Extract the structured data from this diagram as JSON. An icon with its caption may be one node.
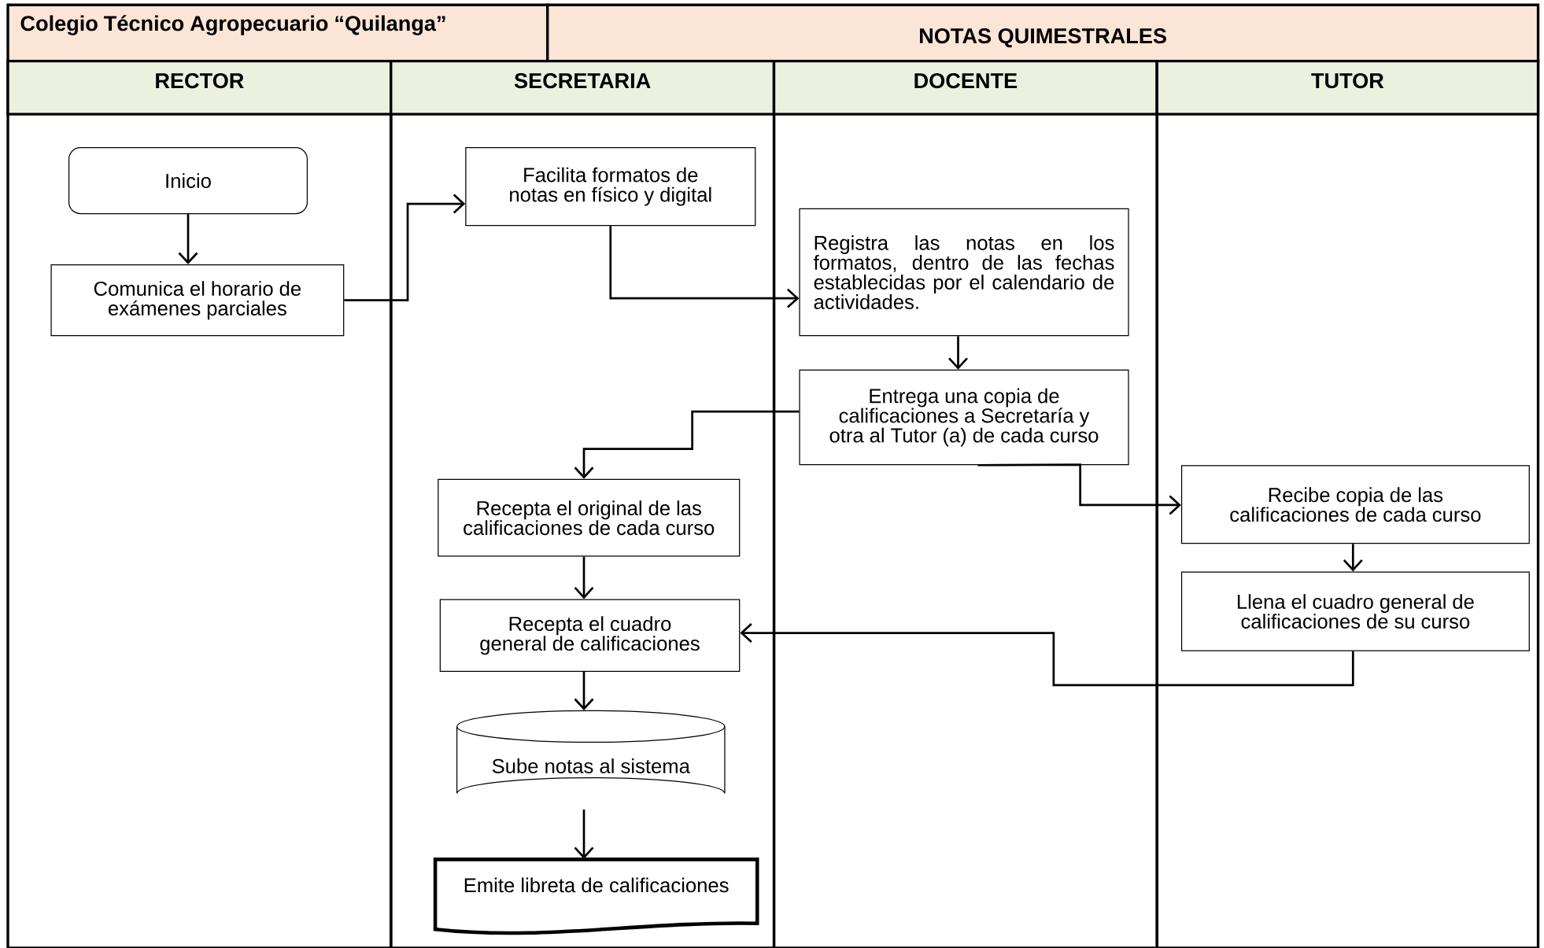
{
  "diagram": {
    "nodes": [
      {
        "text": [
          "Colegio Técnico Agropecuario “Quilanga”"
        ]
      },
      {
        "text": [
          "NOTAS QUIMESTRALES"
        ]
      },
      {
        "text": [
          "RECTOR"
        ]
      },
      {
        "text": [
          "SECRETARIA"
        ]
      },
      {
        "text": [
          "DOCENTE"
        ]
      },
      {
        "text": [
          "TUTOR"
        ]
      },
      {
        "text": [
          "Inicio"
        ],
        "in": 2
      },
      {
        "text": [
          "Comunica el horario de exámenes parciales"
        ],
        "in": 2
      },
      {
        "text": [
          "Facilita formatos de notas en físico y digital"
        ],
        "in": 3
      },
      {
        "text": [
          "Registra las notas en los formatos, dentro de las fechas establecidas por el calendario de actividades."
        ],
        "in": 4
      },
      {
        "text": [
          "Entrega una copia de calificaciones a Secretaría y otra al Tutor (a) de cada curso"
        ],
        "in": 4
      },
      {
        "text": [
          "Recepta el original de las calificaciones de cada curso"
        ],
        "in": 3
      },
      {
        "text": [
          "Recepta el cuadro general de calificaciones"
        ],
        "in": 3
      },
      {
        "text": [
          "Sube notas al sistema"
        ],
        "in": 3
      },
      {
        "text": [
          "Emite libreta de calificaciones"
        ],
        "in": 3
      },
      {
        "text": [
          "Recibe copia de las calificaciones de cada curso"
        ],
        "in": 5
      },
      {
        "text": [
          "Llena el cuadro general de calificaciones de su curso"
        ],
        "in": 5
      }
    ],
    "edges": [
      {
        "from": 6,
        "to": 7,
        "arrow": "to"
      },
      {
        "from": 7,
        "to": 8,
        "arrow": "to"
      },
      {
        "from": 8,
        "to": 9,
        "arrow": "to"
      },
      {
        "from": 9,
        "to": 10,
        "arrow": "to"
      },
      {
        "from": 10,
        "to": 11,
        "arrow": "to"
      },
      {
        "from": 10,
        "to": 15,
        "arrow": "to"
      },
      {
        "from": 15,
        "to": 16,
        "arrow": "to"
      },
      {
        "from": 11,
        "to": 12,
        "arrow": "to"
      },
      {
        "from": 12,
        "to": 13,
        "arrow": "to"
      },
      {
        "from": 13,
        "to": 14,
        "arrow": "to"
      },
      {
        "from": 16,
        "to": 12,
        "arrow": "to"
      }
    ]
  }
}
